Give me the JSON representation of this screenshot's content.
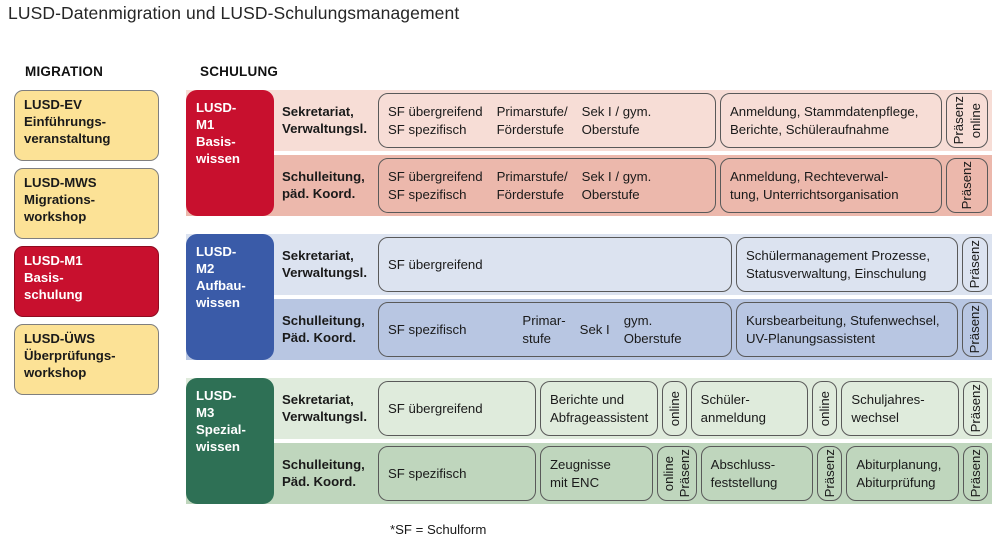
{
  "page": {
    "title": "LUSD-Datenmigration und LUSD-Schulungsmanagement",
    "footnote": "*SF = Schulform"
  },
  "columns": {
    "migration_heading": "MIGRATION",
    "schulung_heading": "SCHULUNG"
  },
  "colors": {
    "red": "#C8102E",
    "blue": "#3A5BA8",
    "green": "#2E7055",
    "yellow": "#FCE296",
    "red_light": "#F7DDD6",
    "red_mid": "#ECB8AC",
    "blue_light": "#DCE3F0",
    "blue_mid": "#B8C6E2",
    "green_light": "#DFEBDC",
    "green_mid": "#BFD6BD"
  },
  "migration": {
    "items": [
      {
        "code": "LUSD-EV",
        "line2": "Einführungs-",
        "line3": "veranstaltung",
        "variant": "yellow"
      },
      {
        "code": "LUSD-MWS",
        "line2": "Migrations-",
        "line3": "workshop",
        "variant": "yellow"
      },
      {
        "code": "LUSD-M1",
        "line2": "Basis-",
        "line3": "schulung",
        "variant": "red"
      },
      {
        "code": "LUSD-ÜWS",
        "line2": "Überprüfungs-",
        "line3": "workshop",
        "variant": "yellow"
      }
    ]
  },
  "modules": [
    {
      "id": "m1",
      "label": {
        "l1": "LUSD-",
        "l2": "M1",
        "l3": "Basis-",
        "l4": "wissen"
      },
      "rows": [
        {
          "role": {
            "l1": "Sekretariat,",
            "l2": "Verwaltungsl."
          },
          "scope": [
            {
              "l1": "SF übergreifend",
              "l2": "SF spezifisch"
            },
            {
              "l1": "Primarstufe/",
              "l2": "Förderstufe"
            },
            {
              "l1": "Sek I / gym.",
              "l2": "Oberstufe"
            }
          ],
          "topics": {
            "l1": "Anmeldung, Stammdatenpflege,",
            "l2": "Berichte, Schüleraufnahme"
          },
          "modes": [
            "Präsenz",
            "online"
          ]
        },
        {
          "role": {
            "l1": "Schulleitung,",
            "l2": "päd. Koord."
          },
          "scope": [
            {
              "l1": "SF übergreifend",
              "l2": "SF spezifisch"
            },
            {
              "l1": "Primarstufe/",
              "l2": "Förderstufe"
            },
            {
              "l1": "Sek I / gym.",
              "l2": "Oberstufe"
            }
          ],
          "topics": {
            "l1": "Anmeldung, Rechteverwal-",
            "l2": "tung, Unterrichtsorganisation"
          },
          "modes": [
            "Präsenz"
          ]
        }
      ]
    },
    {
      "id": "m2",
      "label": {
        "l1": "LUSD-",
        "l2": "M2",
        "l3": "Aufbau-",
        "l4": "wissen"
      },
      "rows": [
        {
          "role": {
            "l1": "Sekretariat,",
            "l2": "Verwaltungsl."
          },
          "scope": [
            {
              "l1": "SF übergreifend",
              "l2": ""
            }
          ],
          "topics": {
            "l1": "Schülermanagement Prozesse,",
            "l2": "Statusverwaltung, Einschulung"
          },
          "modes": [
            "Präsenz"
          ]
        },
        {
          "role": {
            "l1": "Schulleitung,",
            "l2": "Päd. Koord."
          },
          "scope": [
            {
              "l1": "SF spezifisch",
              "l2": ""
            },
            {
              "l1": "Primar-",
              "l2": "stufe"
            },
            {
              "l1": "Sek I",
              "l2": ""
            },
            {
              "l1": "gym.",
              "l2": "Oberstufe"
            }
          ],
          "topics": {
            "l1": "Kursbearbeitung, Stufenwechsel,",
            "l2": "UV-Planungsassistent"
          },
          "modes": [
            "Präsenz"
          ]
        }
      ]
    },
    {
      "id": "m3",
      "label": {
        "l1": "LUSD-",
        "l2": "M3",
        "l3": "Spezial-",
        "l4": "wissen"
      },
      "rows": [
        {
          "role": {
            "l1": "Sekretariat,",
            "l2": "Verwaltungsl."
          },
          "sf": {
            "l1": "SF übergreifend",
            "l2": ""
          },
          "topics": [
            {
              "l1": "Berichte und",
              "l2": "Abfrageassistent",
              "modes": [
                "online"
              ]
            },
            {
              "l1": "Schüler-",
              "l2": "anmeldung",
              "modes": [
                "online"
              ]
            },
            {
              "l1": "Schuljahres-",
              "l2": "wechsel",
              "modes": [
                "Präsenz"
              ]
            }
          ]
        },
        {
          "role": {
            "l1": "Schulleitung,",
            "l2": "Päd. Koord."
          },
          "sf": {
            "l1": "SF spezifisch",
            "l2": ""
          },
          "topics": [
            {
              "l1": "Zeugnisse",
              "l2": "mit ENC",
              "modes": [
                "online",
                "Präsenz"
              ]
            },
            {
              "l1": "Abschluss-",
              "l2": "feststellung",
              "modes": [
                "Präsenz"
              ]
            },
            {
              "l1": "Abiturplanung,",
              "l2": "Abiturprüfung",
              "modes": [
                "Präsenz"
              ]
            }
          ]
        }
      ]
    }
  ]
}
